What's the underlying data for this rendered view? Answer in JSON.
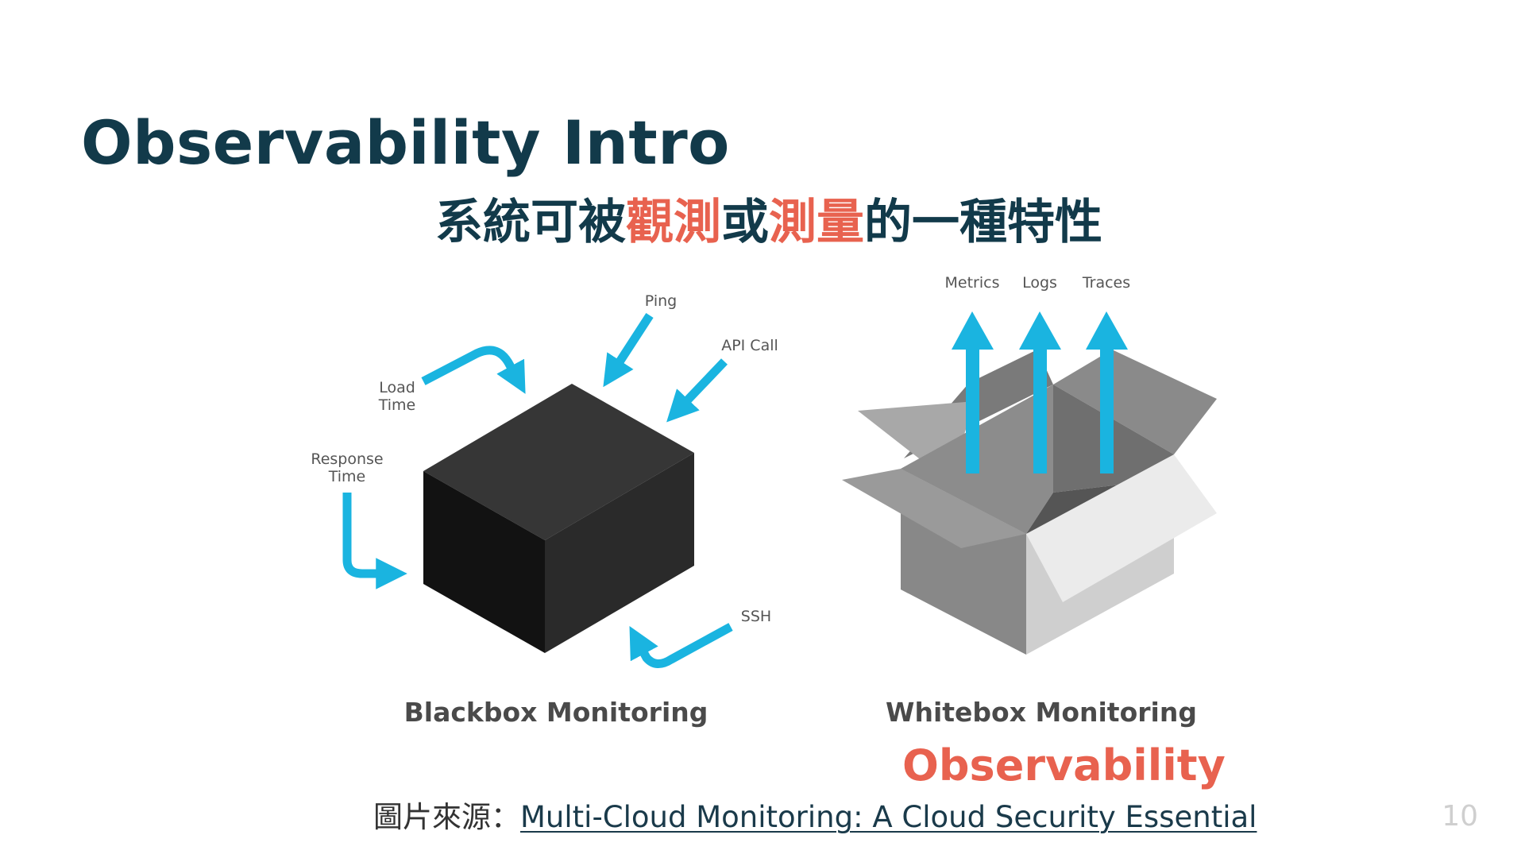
{
  "slide": {
    "title": "Observability Intro",
    "subtitle": {
      "part1": "系統可被",
      "part2": "觀測",
      "part3": "或",
      "part4": "測量",
      "part5": "的一種特性"
    },
    "colors": {
      "title": "#123a4a",
      "highlight": "#e8624f",
      "arrow": "#1ab4e0",
      "black_box": "#222222"
    }
  },
  "blackbox": {
    "labels": {
      "ping": "Ping",
      "api_call": "API Call",
      "load": "Load",
      "load_time": "Time",
      "response": "Response",
      "response_time": "Time",
      "ssh": "SSH"
    },
    "caption": "Blackbox Monitoring"
  },
  "whitebox": {
    "labels": {
      "metrics": "Metrics",
      "logs": "Logs",
      "traces": "Traces"
    },
    "caption": "Whitebox Monitoring"
  },
  "observability": "Observability",
  "source": {
    "prefix": "圖片來源：",
    "link_text": "Multi-Cloud Monitoring: A Cloud Security Essential"
  },
  "page_number": "10"
}
